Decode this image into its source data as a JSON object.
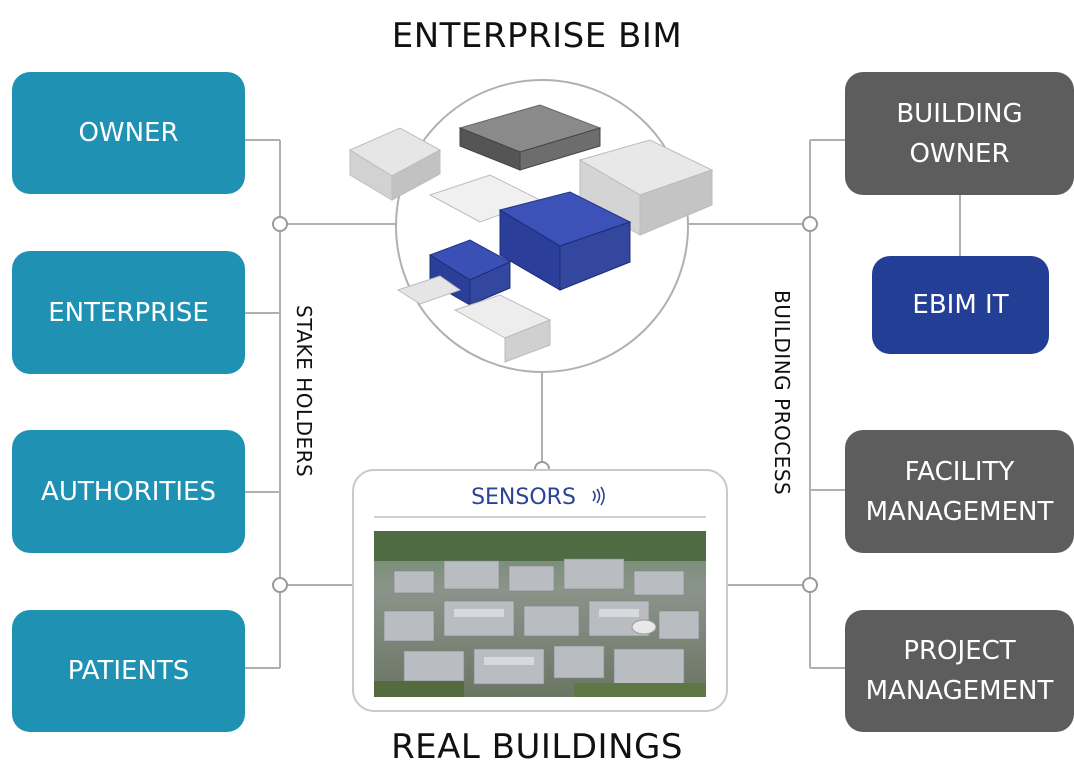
{
  "title_top": "ENTERPRISE BIM",
  "title_bottom": "REAL BUILDINGS",
  "stakeholders": {
    "label": "STAKE HOLDERS",
    "items": [
      {
        "label": "OWNER"
      },
      {
        "label": "ENTERPRISE"
      },
      {
        "label": "AUTHORITIES"
      },
      {
        "label": "PATIENTS"
      }
    ]
  },
  "building_process": {
    "label": "BUILDING PROCESS",
    "building_owner": "BUILDING\nOWNER",
    "ebim_it": "EBIM IT",
    "facility_management": "FACILITY\nMANAGEMENT",
    "project_management": "PROJECT\nMANAGEMENT"
  },
  "sensors": {
    "label": "SENSORS"
  },
  "colors": {
    "stakeholder_box": "#1f92b3",
    "process_box": "#5d5d5d",
    "ebim_it_box": "#233e95",
    "connector": "#b0b0b0"
  }
}
